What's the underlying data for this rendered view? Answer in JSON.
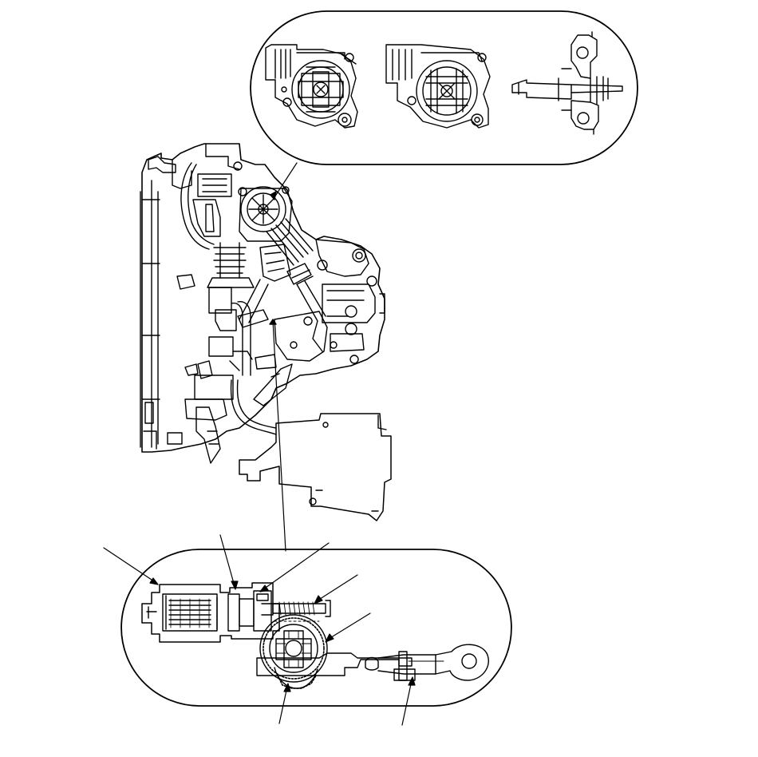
{
  "diagram": {
    "style": {
      "ink": "#000000",
      "paper": "#ffffff"
    },
    "callouts": [
      {
        "id": "motor"
      },
      {
        "id": "sensor"
      },
      {
        "id": "connector"
      },
      {
        "id": "worm-shaft"
      },
      {
        "id": "gear-assembly"
      },
      {
        "id": "output-gear"
      },
      {
        "id": "actuator-lever"
      }
    ]
  }
}
